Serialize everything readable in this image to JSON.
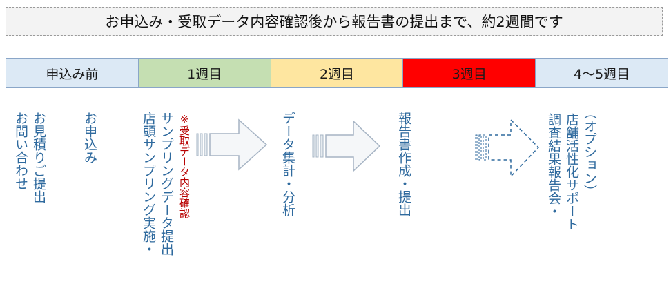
{
  "banner": {
    "text": "お申込み・受取データ内容確認後から報告書の提出まで、約2週間です"
  },
  "timeline": [
    {
      "label": "申込み前",
      "color": "#dce9f5"
    },
    {
      "label": "1週目",
      "color": "#c5dfb2"
    },
    {
      "label": "2週目",
      "color": "#fee6a0"
    },
    {
      "label": "3週目",
      "color": "#ff0000"
    },
    {
      "label": "4～5週目",
      "color": "#dce9f5"
    }
  ],
  "tasks": {
    "inquiry_line1": "お問い合わせ",
    "inquiry_line2": "お見積りご提出",
    "apply": "お申込み",
    "sampling_line1": "店頭サンプリング実施・",
    "sampling_line2": "サンプリングデータ提出",
    "note": "※受取データ内容確認",
    "aggregate": "データ集計・分析",
    "report": "報告書作成・提出",
    "option_line1": "調査結果報告会・",
    "option_line2": "店舗活性化サポート",
    "option_line3": "（オプション）"
  },
  "colors": {
    "text_blue": "#2f6a9e",
    "note_red": "#b80000",
    "arrow_stroke": "#a6b4c4",
    "arrow_fill": "#f5f7f9"
  }
}
